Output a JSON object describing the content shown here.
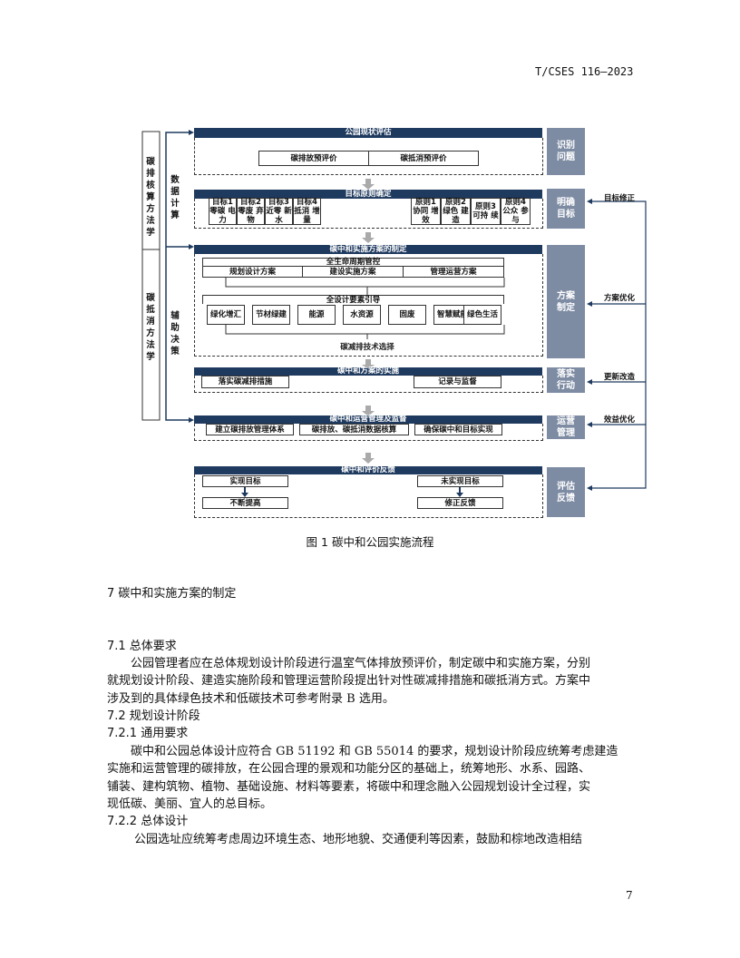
{
  "header": "T/CSES 116—2023",
  "diagram": {
    "left_col": {
      "top": "碳排核算方法学",
      "bottom": "碳抵消方法学"
    },
    "mid_col": {
      "top": "数据计算",
      "bottom": "辅助决策"
    },
    "s1": {
      "title": "公园现状评估",
      "items": [
        "碳排放预评价",
        "碳抵消预评价"
      ],
      "side": "识别问题"
    },
    "s2": {
      "title": "目标原则确定",
      "goals": [
        "目标1 零碳 电力",
        "目标2 零废 弃物",
        "目标3 近零 新水",
        "目标4 抵消 增量"
      ],
      "principles": [
        "原则1 协同 增效",
        "原则2 绿色 建造",
        "原则3 可持 续",
        "原则4 公众 参与"
      ],
      "side": "明确目标",
      "feedback": "目标修正"
    },
    "s3": {
      "title": "碳中和实施方案的制定",
      "lifecycle": "全生命周期管控",
      "plans": [
        "规划设计方案",
        "建设实施方案",
        "管理运营方案"
      ],
      "elements_title": "全设计要素引导",
      "elements": [
        "绿化增汇",
        "节材绿建",
        "能源",
        "水资源",
        "固废",
        "智慧赋能",
        "绿色生活"
      ],
      "tech": "碳减排技术选择",
      "side": "方案制定",
      "feedback": "方案优化"
    },
    "s4": {
      "title": "碳中和方案的实施",
      "items": [
        "落实碳减排措施",
        "记录与监督"
      ],
      "side": "落实行动",
      "feedback": "更新改造"
    },
    "s5": {
      "title": "碳中和运营管理及监督",
      "items": [
        "建立碳排放管理体系",
        "碳排放、碳抵消数据核算",
        "确保碳中和目标实现"
      ],
      "side": "运营管理",
      "feedback": "效益优化"
    },
    "s6": {
      "title": "碳中和评价反馈",
      "left": [
        "实现目标",
        "不断提高"
      ],
      "right": [
        "未实现目标",
        "修正反馈"
      ],
      "side": "评估反馈"
    }
  },
  "caption": "图 1  碳中和公园实施流程",
  "section7": "7  碳中和实施方案的制定",
  "s71": "7.1    总体要求",
  "p71": [
    "公园管理者应在总体规划设计阶段进行温室气体排放预评价，制定碳中和实施方案，分别",
    "就规划设计阶段、建造实施阶段和管理运营阶段提出针对性碳减排措施和碳抵消方式。方案中",
    "涉及到的具体绿色技术和低碳技术可参考附录 B 选用。"
  ],
  "s72": "7.2    规划设计阶段",
  "s721": "7.2.1    通用要求",
  "p721": [
    "碳中和公园总体设计应符合 GB 51192 和 GB 55014 的要求，规划设计阶段应统筹考虑建造",
    "实施和运营管理的碳排放，在公园合理的景观和功能分区的基础上，统筹地形、水系、园路、",
    "铺装、建构筑物、植物、基础设施、材料等要素，将碳中和理念融入公园规划设计全过程，实",
    "现低碳、美丽、宜人的总目标。"
  ],
  "s722": "7.2.2    总体设计",
  "p722": [
    "公园选址应统筹考虑周边环境生态、地形地貌、交通便利等因素，鼓励和棕地改造相结"
  ],
  "page_number": "7"
}
